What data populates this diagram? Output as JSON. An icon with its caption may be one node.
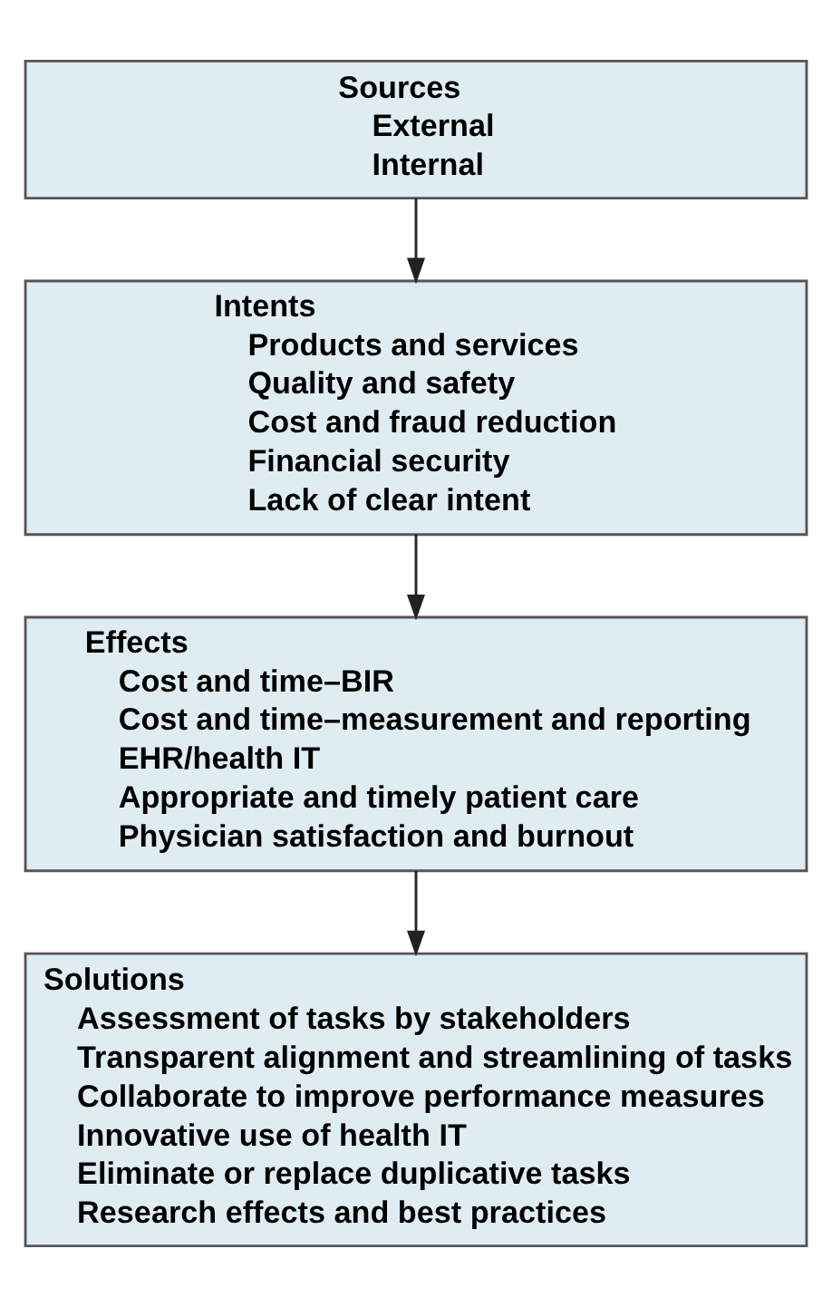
{
  "diagram": {
    "nodes": [
      {
        "text": [
          "Sources",
          "External",
          "Internal"
        ]
      },
      {
        "text": [
          "Intents",
          "Products and services",
          "Quality and safety",
          "Cost and fraud reduction",
          "Financial security",
          "Lack of clear intent"
        ]
      },
      {
        "text": [
          "Effects",
          "Cost and time–BIR",
          "Cost and time–measurement and reporting",
          "EHR/health IT",
          "Appropriate and timely patient care",
          "Physician satisfaction and burnout"
        ]
      },
      {
        "text": [
          "Solutions",
          "Assessment of tasks by stakeholders",
          "Transparent alignment and streamlining of tasks",
          "Collaborate to improve performance measures",
          "Innovative use of health IT",
          "Eliminate or replace duplicative tasks",
          "Research effects and best practices"
        ]
      }
    ],
    "edges": [
      {
        "from": 0,
        "to": 1,
        "arrow": "to"
      },
      {
        "from": 1,
        "to": 2,
        "arrow": "to"
      },
      {
        "from": 2,
        "to": 3,
        "arrow": "to"
      }
    ]
  }
}
